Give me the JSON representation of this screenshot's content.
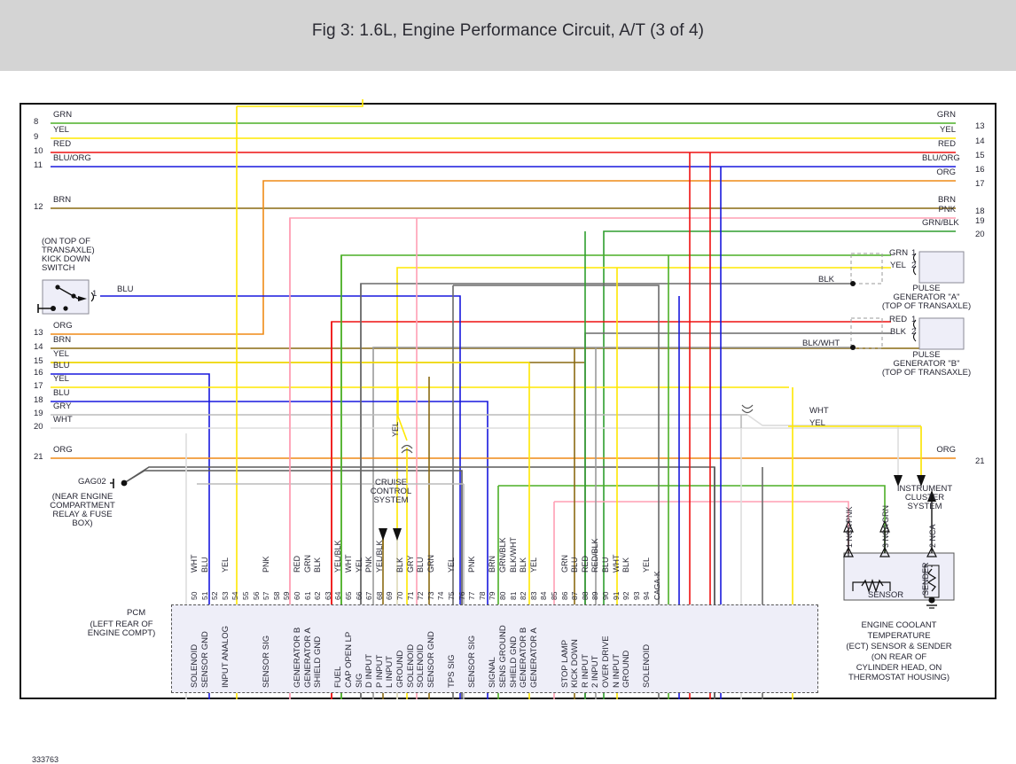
{
  "title": "Fig 3: 1.6L, Engine Performance Circuit, A/T (3 of 4)",
  "figure_number": "333763",
  "left_wires": [
    {
      "pin": "8",
      "color_label": "GRN",
      "hex": "#4caf27"
    },
    {
      "pin": "9",
      "color_label": "YEL",
      "hex": "#ffe800"
    },
    {
      "pin": "10",
      "color_label": "RED",
      "hex": "#ee1111"
    },
    {
      "pin": "11",
      "color_label": "BLU/ORG",
      "hex": "#1818dd"
    },
    {
      "pin": "12",
      "color_label": "BRN",
      "hex": "#8a6a12"
    },
    {
      "pin": "13",
      "color_label": "ORG",
      "hex": "#ef8a16"
    },
    {
      "pin": "14",
      "color_label": "BRN",
      "hex": "#8a6a12"
    },
    {
      "pin": "15",
      "color_label": "YEL",
      "hex": "#ffe800"
    },
    {
      "pin": "16",
      "color_label": "BLU",
      "hex": "#1818dd"
    },
    {
      "pin": "17",
      "color_label": "YEL",
      "hex": "#ffe800"
    },
    {
      "pin": "18",
      "color_label": "BLU",
      "hex": "#1818dd"
    },
    {
      "pin": "19",
      "color_label": "GRY",
      "hex": "#bbbbbb"
    },
    {
      "pin": "20",
      "color_label": "WHT",
      "hex": "#dddddd"
    },
    {
      "pin": "21",
      "color_label": "ORG",
      "hex": "#ef8a16"
    }
  ],
  "right_wires": [
    {
      "pin": "13",
      "color_label": "GRN",
      "hex": "#4caf27"
    },
    {
      "pin": "14",
      "color_label": "YEL",
      "hex": "#ffe800"
    },
    {
      "pin": "15",
      "color_label": "RED",
      "hex": "#ee1111"
    },
    {
      "pin": "16",
      "color_label": "BLU/ORG",
      "hex": "#1818dd"
    },
    {
      "pin": "17",
      "color_label": "ORG",
      "hex": "#ef8a16"
    },
    {
      "pin": "18",
      "color_label": "BRN",
      "hex": "#8a6a12"
    },
    {
      "pin": "19",
      "color_label": "PNK",
      "hex": "#ff9fb4"
    },
    {
      "pin": "20",
      "color_label": "GRN/BLK",
      "hex": "#2f9e2f"
    },
    {
      "pin": "21",
      "color_label": "ORG",
      "hex": "#ef8a16"
    }
  ],
  "kick_down_switch": {
    "note_lines": [
      "(ON TOP OF",
      "TRANSAXLE)",
      "KICK DOWN",
      "SWITCH"
    ],
    "terminal": "1",
    "wire_label": "BLU"
  },
  "ground": {
    "code": "GAG02",
    "note_lines": [
      "(NEAR ENGINE",
      "COMPARTMENT",
      "RELAY & FUSE",
      "BOX)"
    ]
  },
  "pulse_generator_a": {
    "pins": [
      {
        "num": "1",
        "color_label": "GRN",
        "hex": "#4caf27"
      },
      {
        "num": "2",
        "color_label": "YEL",
        "hex": "#ffe800"
      }
    ],
    "shield_label": "BLK",
    "caption_lines": [
      "PULSE",
      "GENERATOR \"A\"",
      "(TOP OF TRANSAXLE)"
    ]
  },
  "pulse_generator_b": {
    "pins": [
      {
        "num": "1",
        "color_label": "RED",
        "hex": "#ee1111"
      },
      {
        "num": "2",
        "color_label": "BLK",
        "hex": "#6a6a6a"
      }
    ],
    "shield_label": "BLK/WHT",
    "caption_lines": [
      "PULSE",
      "GENERATOR \"B\"",
      "(TOP OF TRANSAXLE)"
    ]
  },
  "instrument_cluster": {
    "caption_lines": [
      "INSTRUMENT",
      "CLUSTER",
      "SYSTEM"
    ],
    "wire_labels": [
      "WHT",
      "YEL"
    ]
  },
  "cruise_control": {
    "caption_lines": [
      "CRUISE",
      "CONTROL",
      "SYSTEM"
    ],
    "yel_label": "YEL"
  },
  "pcm": {
    "label": "PCM",
    "note_lines": [
      "(LEFT REAR OF",
      "ENGINE COMPT)"
    ],
    "pins": [
      {
        "num": "50",
        "color": "WHT",
        "hex": "#dddddd",
        "fn": [
          "SOLENOID"
        ]
      },
      {
        "num": "51",
        "color": "BLU",
        "hex": "#1818dd",
        "fn": [
          "SENSOR GND"
        ]
      },
      {
        "num": "52",
        "color": "",
        "hex": "",
        "fn": []
      },
      {
        "num": "53",
        "color": "YEL",
        "hex": "#ffe800",
        "fn": [
          "INPUT ANALOG"
        ]
      },
      {
        "num": "54",
        "color": "",
        "hex": "",
        "fn": []
      },
      {
        "num": "55",
        "color": "",
        "hex": "",
        "fn": []
      },
      {
        "num": "56",
        "color": "",
        "hex": "",
        "fn": []
      },
      {
        "num": "57",
        "color": "PNK",
        "hex": "#ff9fb4",
        "fn": [
          "SENSOR SIG"
        ]
      },
      {
        "num": "58",
        "color": "",
        "hex": "",
        "fn": []
      },
      {
        "num": "59",
        "color": "",
        "hex": "",
        "fn": []
      },
      {
        "num": "60",
        "color": "RED",
        "hex": "#ee1111",
        "fn": [
          "GENERATOR B"
        ]
      },
      {
        "num": "61",
        "color": "GRN",
        "hex": "#4caf27",
        "fn": [
          "GENERATOR A"
        ]
      },
      {
        "num": "62",
        "color": "BLK",
        "hex": "#6a6a6a",
        "fn": [
          "SHIELD GND"
        ]
      },
      {
        "num": "63",
        "color": "",
        "hex": "",
        "fn": []
      },
      {
        "num": "64",
        "color": "YEL/BLK",
        "hex": "#ffe800",
        "fn": [
          "FUEL"
        ]
      },
      {
        "num": "65",
        "color": "WHT",
        "hex": "#dddddd",
        "fn": [
          "CAP OPEN LP"
        ]
      },
      {
        "num": "66",
        "color": "YEL",
        "hex": "#ffe800",
        "fn": [
          "SIG"
        ]
      },
      {
        "num": "67",
        "color": "PNK",
        "hex": "#ff9fb4",
        "fn": [
          "D INPUT"
        ]
      },
      {
        "num": "68",
        "color": "YEL/BLK",
        "hex": "#ffe800",
        "fn": [
          "P INPUT"
        ]
      },
      {
        "num": "69",
        "color": "",
        "hex": "",
        "fn": [
          "L INPUT"
        ]
      },
      {
        "num": "70",
        "color": "BLK",
        "hex": "#6a6a6a",
        "fn": [
          "GROUND"
        ]
      },
      {
        "num": "71",
        "color": "GRY",
        "hex": "#bbbbbb",
        "fn": [
          "SOLENOID"
        ]
      },
      {
        "num": "72",
        "color": "BLU",
        "hex": "#1818dd",
        "fn": [
          "SOLENOID"
        ]
      },
      {
        "num": "73",
        "color": "GRN",
        "hex": "#4caf27",
        "fn": [
          "SENSOR GND"
        ]
      },
      {
        "num": "74",
        "color": "",
        "hex": "",
        "fn": []
      },
      {
        "num": "75",
        "color": "YEL",
        "hex": "#ffe800",
        "fn": [
          "TPS SIG"
        ]
      },
      {
        "num": "76",
        "color": "",
        "hex": "",
        "fn": []
      },
      {
        "num": "77",
        "color": "PNK",
        "hex": "#ff9fb4",
        "fn": [
          "SENSOR SIG"
        ]
      },
      {
        "num": "78",
        "color": "",
        "hex": "",
        "fn": []
      },
      {
        "num": "79",
        "color": "BRN",
        "hex": "#8a6a12",
        "fn": [
          "SIGNAL"
        ]
      },
      {
        "num": "80",
        "color": "GRN/BLK",
        "hex": "#8a6a12",
        "fn": [
          "SENS GROUND"
        ]
      },
      {
        "num": "81",
        "color": "BLK/WHT",
        "hex": "#9a9a9a",
        "fn": [
          "SHIELD GND"
        ]
      },
      {
        "num": "82",
        "color": "BLK",
        "hex": "#6a6a6a",
        "fn": [
          "GENERATOR B"
        ]
      },
      {
        "num": "83",
        "color": "YEL",
        "hex": "#ffe800",
        "fn": [
          "GENERATOR A"
        ]
      },
      {
        "num": "84",
        "color": "",
        "hex": "",
        "fn": []
      },
      {
        "num": "85",
        "color": "",
        "hex": "",
        "fn": []
      },
      {
        "num": "86",
        "color": "GRN",
        "hex": "#4caf27",
        "fn": [
          "STOP LAMP"
        ]
      },
      {
        "num": "87",
        "color": "BLU",
        "hex": "#1818dd",
        "fn": [
          "KICK DOWN"
        ]
      },
      {
        "num": "88",
        "color": "RED",
        "hex": "#ee1111",
        "fn": [
          "R INPUT"
        ]
      },
      {
        "num": "89",
        "color": "RED/BLK",
        "hex": "#ee1111",
        "fn": [
          "2 INPUT"
        ]
      },
      {
        "num": "90",
        "color": "BLU",
        "hex": "#1818dd",
        "fn": [
          "OVER DRIVE"
        ]
      },
      {
        "num": "91",
        "color": "WHT",
        "hex": "#dddddd",
        "fn": [
          "N INPUT"
        ]
      },
      {
        "num": "92",
        "color": "BLK",
        "hex": "#6a6a6a",
        "fn": [
          "GROUND"
        ]
      },
      {
        "num": "93",
        "color": "",
        "hex": "",
        "fn": []
      },
      {
        "num": "94",
        "color": "YEL",
        "hex": "#ffe800",
        "fn": [
          "SOLENOID"
        ]
      },
      {
        "num": "CAGA-K",
        "color": "",
        "hex": "",
        "fn": []
      }
    ]
  },
  "ect": {
    "sensor_label": "SENSOR",
    "sender_label": "SENDER",
    "terminals": [
      {
        "num": "1 NCA",
        "color_label": "PNK",
        "hex": "#ff9fb4"
      },
      {
        "num": "3 NCA",
        "color_label": "GRN",
        "hex": "#4caf27"
      },
      {
        "num": "2 NCA",
        "color_label": "",
        "hex": "#222222"
      }
    ],
    "caption_lines": [
      "ENGINE COOLANT",
      "TEMPERATURE",
      "(ECT) SENSOR & SENDER",
      "(ON REAR OF",
      "CYLINDER HEAD, ON",
      "THERMOSTAT HOUSING)"
    ]
  }
}
